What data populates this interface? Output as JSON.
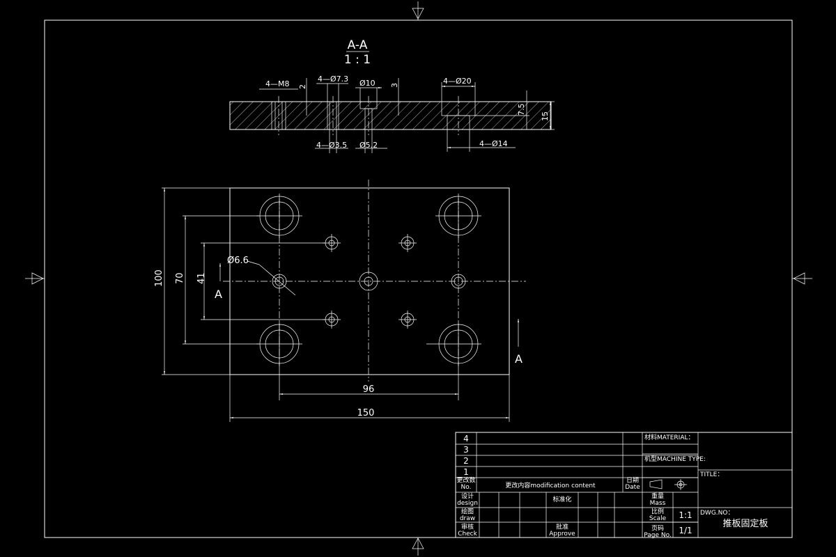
{
  "section": {
    "title": "A-A",
    "scale": "1 : 1",
    "dims": {
      "m8": "4—M8",
      "d2": "2",
      "d73": "4—Ø7.3",
      "d10": "Ø10",
      "d3": "3",
      "d20": "4—Ø20",
      "d75": "7.5",
      "d15": "15",
      "d35": "4—Ø3.5",
      "d52": "Ø5.2",
      "d14": "4—Ø14"
    }
  },
  "plan": {
    "dims": {
      "w150": "150",
      "w96": "96",
      "h100": "100",
      "h70": "70",
      "h41": "41",
      "d66": "Ø6.6",
      "cut_left": "A",
      "cut_right": "A"
    }
  },
  "title_block": {
    "rev_rows": [
      "4",
      "3",
      "2",
      "1"
    ],
    "rev_no": "更改数\nNo.",
    "rev_content": "更改内容modification content",
    "date": "日期\nDate",
    "design": "设计\ndesign",
    "draw": "绘图\ndraw",
    "check": "审核\nCheck",
    "standard": "标准化",
    "approve": "批准\nApprove",
    "material": "材料MATERIAL：",
    "machine_type": "机型MACHINE TYPE:",
    "title": "TITLE：",
    "mass": "重量\nMass",
    "scale_label": "比例\nScale",
    "scale_value": "1:1",
    "page_label": "页码\nPage No.",
    "page_value": "1/1",
    "dwg_no": "DWG.NO：",
    "part_name": "推板固定板"
  }
}
